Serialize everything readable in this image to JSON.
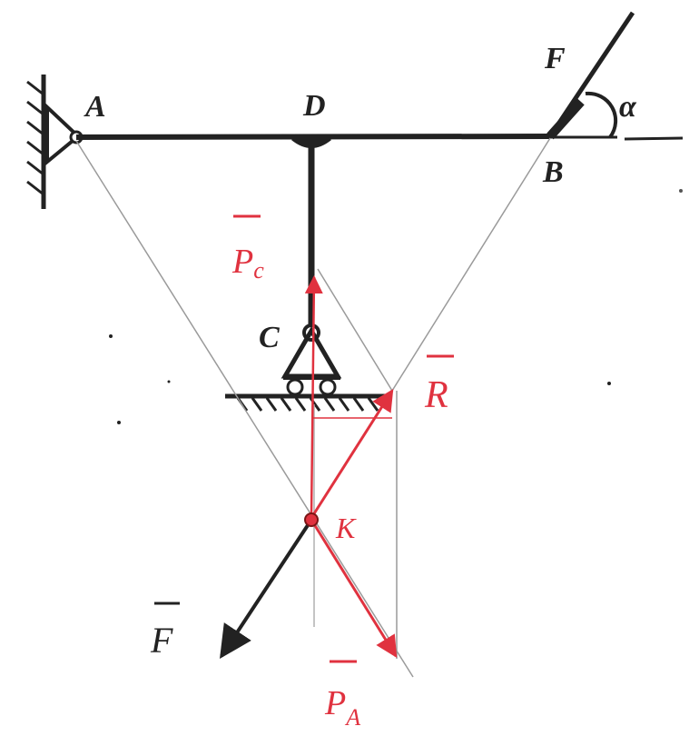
{
  "diagram": {
    "labels": {
      "A": "A",
      "D": "D",
      "B": "B",
      "F_top": "F",
      "alpha": "α",
      "C": "C",
      "K": "K",
      "F_bottom": "F",
      "Pc_main": "P",
      "Pc_sub": "c",
      "R": "R",
      "PA_main": "P",
      "PA_sub": "A"
    },
    "colors": {
      "ink": "#222222",
      "red": "#e0323f",
      "thin": "#9a9a9a"
    }
  }
}
